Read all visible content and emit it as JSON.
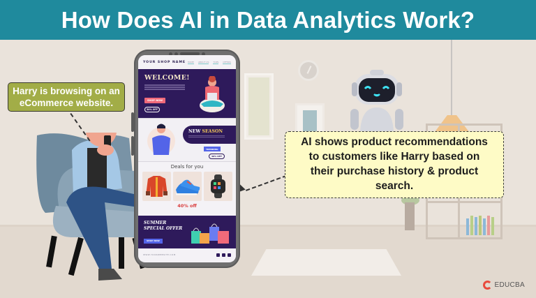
{
  "header": {
    "title": "How Does AI in Data Analytics Work?",
    "background": "#1f8a9d"
  },
  "callouts": {
    "harry": {
      "text": "Harry is browsing on an eCommerce website.",
      "line1": "Harry is browsing on an",
      "line2": "eCommerce website.",
      "background": "#a2ad47"
    },
    "ai": {
      "line1": "AI shows product recommendations",
      "line2": "to customers like Harry based on",
      "line3": "their purchase history & product",
      "line4": "search.",
      "background": "#fefbc6"
    }
  },
  "phone_screen": {
    "shop_name": "YOUR SHOP NAME",
    "nav_links": [
      "HOME",
      "ABOUT US",
      "TOPS",
      "OFFERS"
    ],
    "hero": {
      "title": "WELCOME!",
      "button": "SHOP NOW",
      "badge": "50% OFF"
    },
    "season": {
      "title_white": "NEW ",
      "title_yellow": "SEASON",
      "button": "TRENDING",
      "badge": "40% OFF"
    },
    "deals": {
      "title": "Deals for you",
      "items": [
        "jacket",
        "sneakers",
        "smartwatch"
      ],
      "discount": "40% off"
    },
    "summer": {
      "line1": "SUMMER",
      "line2": "SPECIAL OFFER",
      "button": "SHOP NOW"
    },
    "footer": {
      "url": "WWW.YOURWEBSITE.COM"
    }
  },
  "characters": {
    "person": "Harry",
    "robot": "AI robot"
  },
  "brand": {
    "name": "EDUCBA",
    "color": "#e84a3c"
  }
}
